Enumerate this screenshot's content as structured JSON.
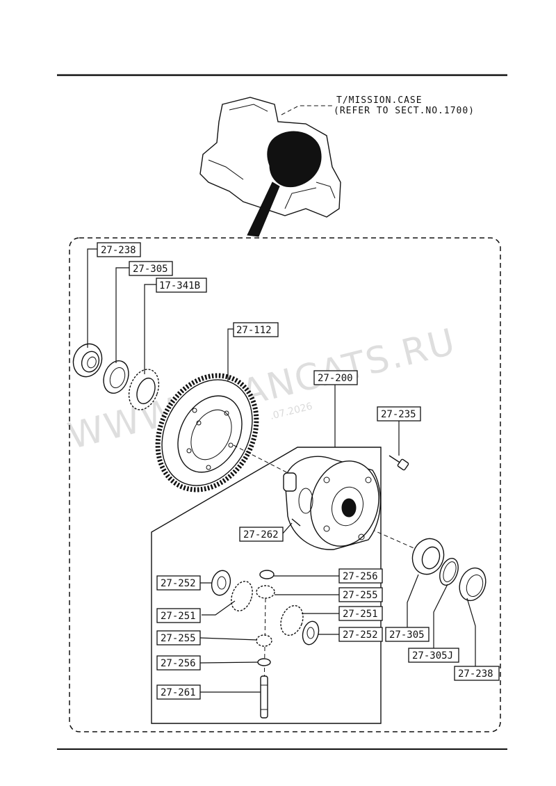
{
  "case_note": {
    "line1": "T/MISSION.CASE",
    "line2": "(REFER TO SECT.NO.1700)"
  },
  "watermark": {
    "text": "WWW.JAPANCATS.RU",
    "date": ".07.2026"
  },
  "parts": {
    "p27_238_top": "27-238",
    "p27_305_top": "27-305",
    "p17_341b": "17-341B",
    "p27_112": "27-112",
    "p27_200": "27-200",
    "p27_235": "27-235",
    "p27_262": "27-262",
    "p27_252_left": "27-252",
    "p27_256_right": "27-256",
    "p27_255_right": "27-255",
    "p27_251_left": "27-251",
    "p27_251_right": "27-251",
    "p27_255_left": "27-255",
    "p27_252_right": "27-252",
    "p27_256_left": "27-256",
    "p27_261": "27-261",
    "p27_305_bottom": "27-305",
    "p27_305j": "27-305J",
    "p27_238_bottom": "27-238"
  }
}
